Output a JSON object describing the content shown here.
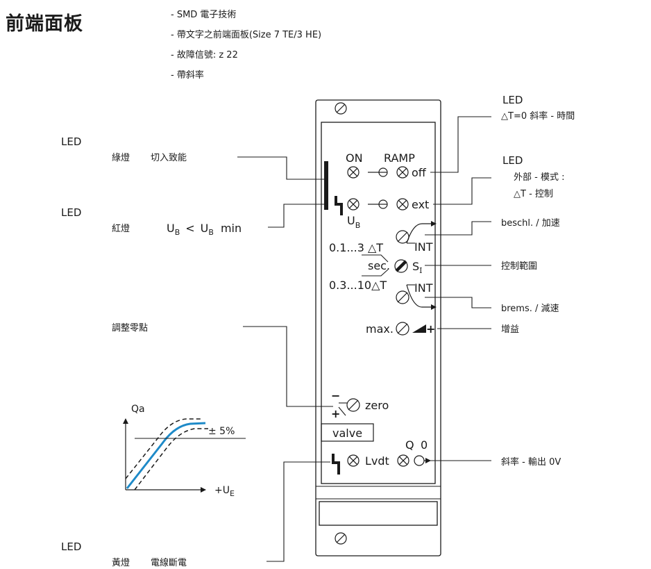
{
  "title": "前端面板",
  "features": [
    "- SMD 電子技術",
    "- 帶文字之前端面板(Size 7 TE/3 HE)",
    "- 故障信號: z 22",
    "- 帶斜率"
  ],
  "left_callouts": {
    "led_1": "LED",
    "green_led": "綠燈",
    "enable": "切入致能",
    "led_2": "LED",
    "red_led": "紅燈",
    "ub_main": "U",
    "ub_sub": "B",
    "lt": "<",
    "ub2_main": "U",
    "ub2_sub": "B",
    "min": "min",
    "zero_adjust": "調整零點",
    "led_3": "LED",
    "yellow_led": "黃燈",
    "cable_break": "電線斷電"
  },
  "right_callouts": {
    "led_ramp": "LED",
    "ramp_desc": "△T=0  斜率 - 時間",
    "led_ext": "LED",
    "ext_desc_1": "外部 - 模式 :",
    "ext_desc_2": "△T - 控制",
    "accel": "beschl. / 加速",
    "range": "控制範圍",
    "decel": "brems. / 減速",
    "gain": "增益",
    "ramp_output": "斜率 - 輸出  0V"
  },
  "panel": {
    "on": "ON",
    "ramp": "RAMP",
    "off": "off",
    "ext": "ext",
    "ub_main": "U",
    "ub_sub": "B",
    "int_top": "INT",
    "range_1": "0.1...3 △T",
    "sec": "sec.",
    "s_main": "S",
    "s_sub": "I",
    "range_2": "0.3...10△T",
    "int_bottom": "INT",
    "max": "max.",
    "zero": "zero",
    "minus": "−",
    "plus": "+",
    "valve": "valve",
    "q": "Q",
    "zero_digit": "0",
    "lvdt": "Lvdt"
  },
  "graph": {
    "ylabel": "Qa",
    "tolerance": "± 5%",
    "xlabel_main": "+U",
    "xlabel_sub": "E"
  },
  "colors": {
    "line": "#1a1a1a",
    "curve": "#1e8ac8"
  }
}
